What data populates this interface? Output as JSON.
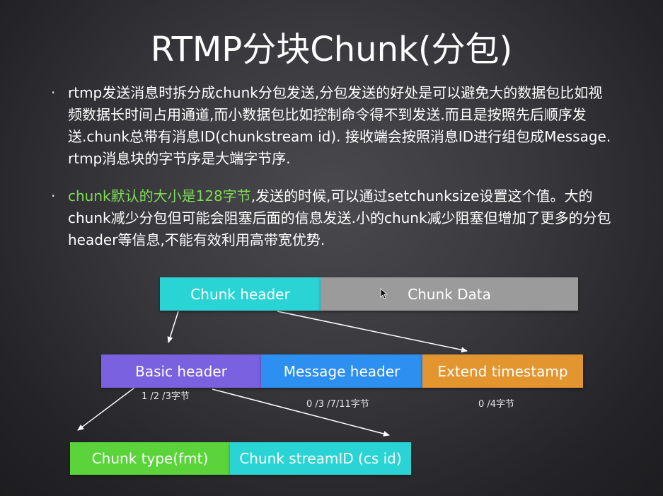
{
  "slide": {
    "title": "RTMP分块Chunk(分包)"
  },
  "bullets": [
    {
      "text": "rtmp发送消息时拆分成chunk分包发送,分包发送的好处是可以避免大的数据包比如视频数据长时间占用通道,而小数据包比如控制命令得不到发送.而且是按照先后顺序发送.chunk总带有消息ID(chunkstream id). 接收端会按照消息ID进行组包成Message. rtmp消息块的字节序是大端字节序."
    },
    {
      "highlight": "chunk默认的大小是128字节",
      "text": ",发送的时候,可以通过setchunksize设置这个值。大的chunk减少分包但可能会阻塞后面的信息发送.小的chunk减少阻塞但增加了更多的分包header等信息,不能有效利用高带宽优势."
    }
  ],
  "diagram": {
    "row1": {
      "chunk_header": "Chunk header",
      "chunk_data": "Chunk Data"
    },
    "row2": {
      "basic_header": "Basic header",
      "message_header": "Message header",
      "extend_timestamp": "Extend timestamp"
    },
    "sizes": {
      "basic_header": "1 /2 /3字节",
      "message_header": "0 /3 /7/11字节",
      "extend_timestamp": "0 /4字节"
    },
    "row3": {
      "chunk_type": "Chunk type(fmt)",
      "chunk_stream_id": "Chunk streamID (cs id)"
    }
  },
  "colors": {
    "cyan": "#2ad4d4",
    "gray": "#9b9b9b",
    "purple": "#7a61e0",
    "blue": "#2d8ff0",
    "orange": "#e3962f",
    "green": "#5ad43a",
    "highlight_text": "#7ed957"
  }
}
